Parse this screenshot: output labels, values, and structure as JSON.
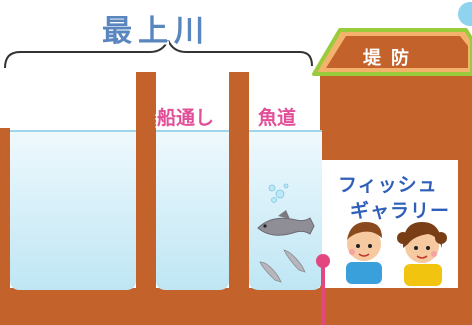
{
  "labels": {
    "river": "最上川",
    "levee": "堤防",
    "ship_passage": "船通し",
    "fishway": "魚道",
    "gallery_line1": "フィッシュ",
    "gallery_line2": "ギャラリー"
  },
  "colors": {
    "earth": "#c3622b",
    "levee_roof": "#f3b36c",
    "levee_border": "#9acb3c",
    "water": "#cfeef8",
    "river_title": "#5a86bf",
    "pink_label": "#e24f98",
    "gallery_text": "#2f5fb8",
    "viewing_pole": "#e2477f"
  },
  "icons": [
    "fish-icon",
    "child-boy-icon",
    "child-girl-icon",
    "bubbles-icon"
  ]
}
